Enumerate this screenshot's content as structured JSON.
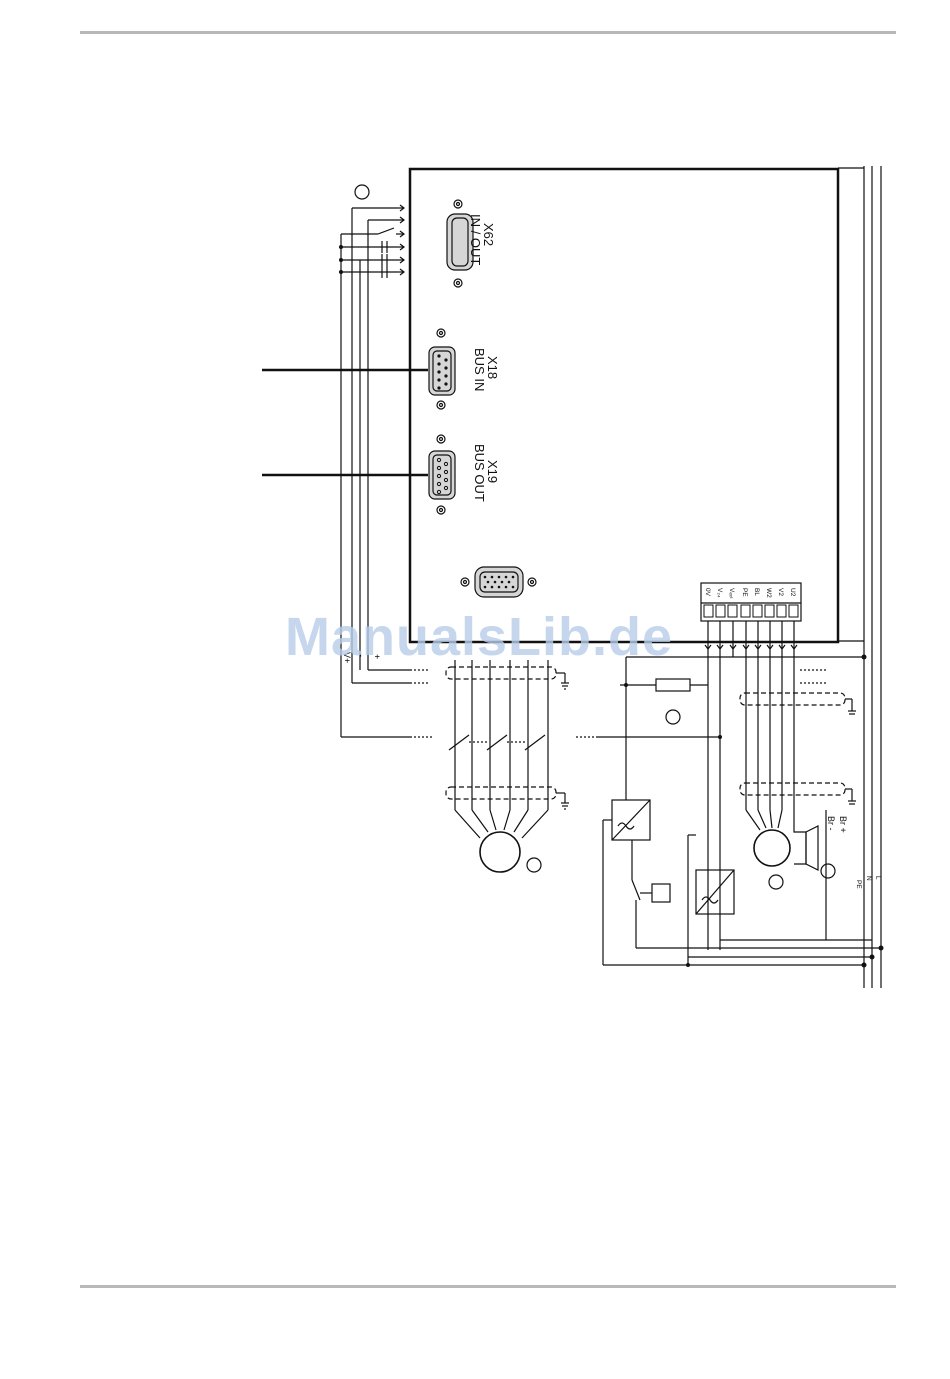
{
  "page": {
    "watermark": "ManualsLib.de"
  },
  "connectors": {
    "x62_id": "X62",
    "x62_name": "IN / OUT",
    "x18_id": "X18",
    "x18_name": "BUS IN",
    "x19_id": "X19",
    "x19_name": "BUS OUT"
  },
  "terminal_block": {
    "pins": [
      "0V",
      "V₂₄",
      "Vₑₓₜ",
      "PE",
      "BL",
      "W2",
      "V2",
      "U2"
    ]
  },
  "signal_labels": {
    "v_plus": "V+",
    "minus": "-",
    "plus": "+"
  },
  "brake_labels": {
    "br_minus": "Br -",
    "br_plus": "Br +"
  },
  "mains_labels": {
    "pe": "PE",
    "n": "N",
    "l": "L"
  },
  "colors": {
    "line": "#111111",
    "rule": "#b8b8b8",
    "connector_fill": "#d6d6d6",
    "watermark": "#b7cde9"
  }
}
